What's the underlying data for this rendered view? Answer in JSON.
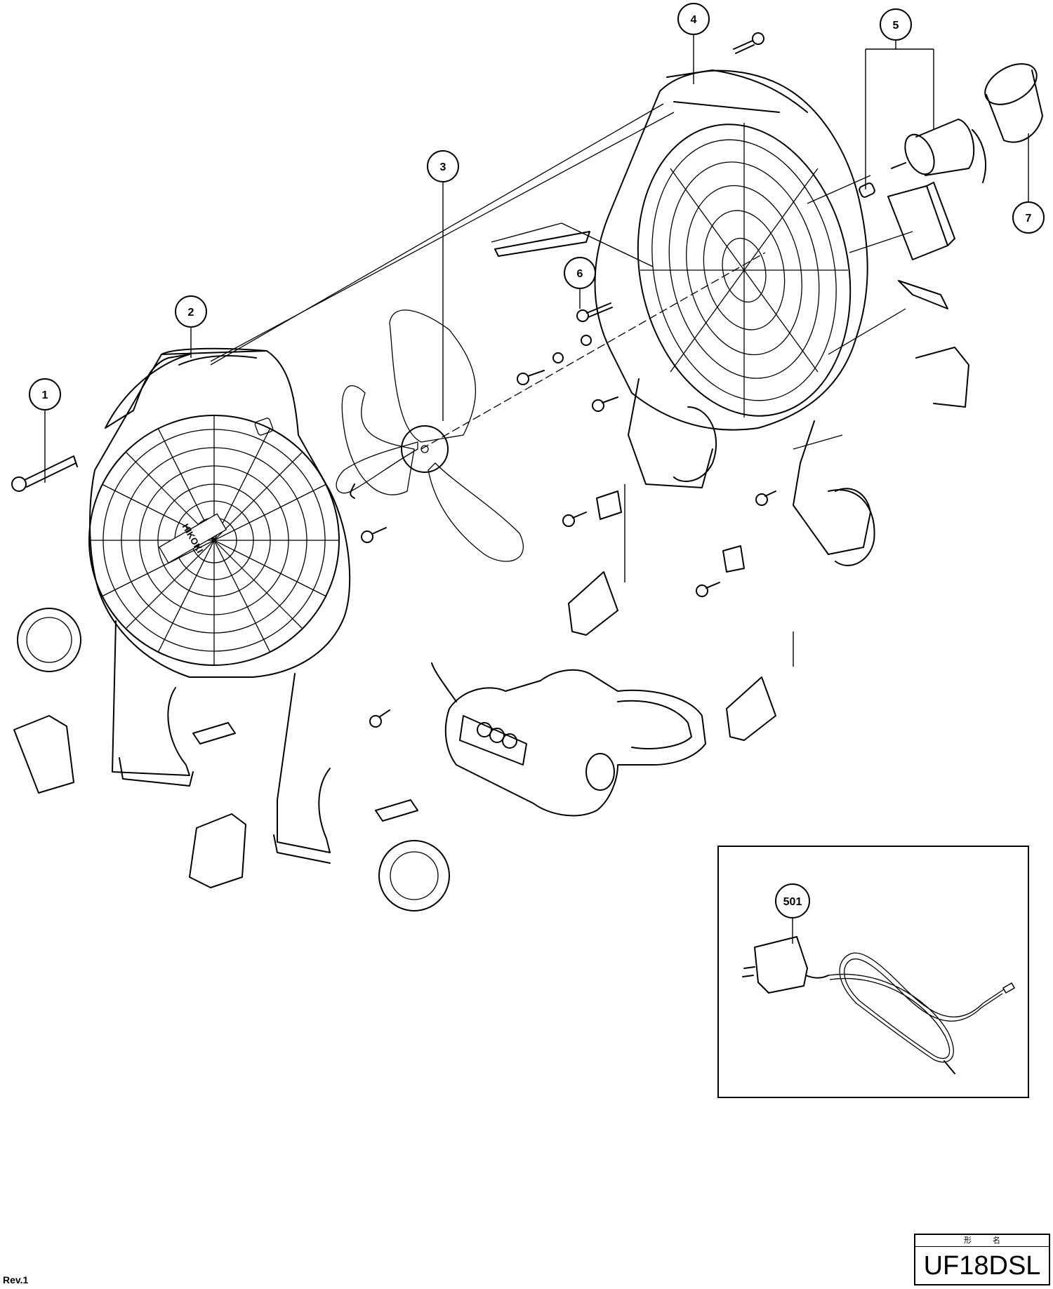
{
  "callouts": {
    "c1": "1",
    "c2": "2",
    "c3": "3",
    "c4": "4",
    "c5": "5",
    "c6": "6",
    "c7": "7",
    "c501": "501"
  },
  "title_block": {
    "label_left": "形",
    "label_right": "名",
    "model": "UF18DSL"
  },
  "revision": "Rev.1",
  "brand_on_grille": "HIKOKI"
}
